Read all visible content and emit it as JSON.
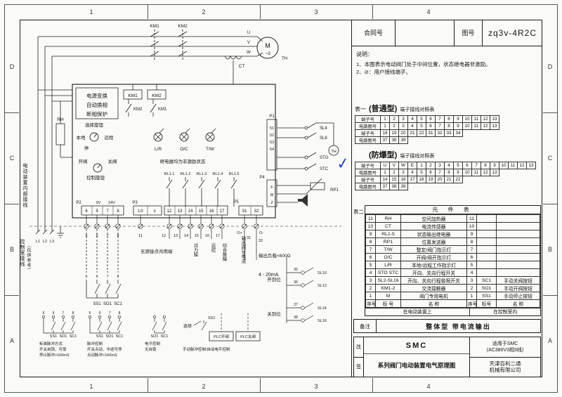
{
  "frame": {
    "cols": [
      "1",
      "2",
      "3",
      "4"
    ],
    "rows": [
      "D",
      "C",
      "B",
      "A"
    ]
  },
  "header": {
    "contract_label": "合同号",
    "contract_value": "",
    "drawing_label": "图号",
    "drawing_value": "zq3v-4R2C"
  },
  "notes": {
    "title": "说明：",
    "lines": [
      "1、本图表示电动阀门处于中间位置，状态继电器非激励。",
      "2、⊘：用户接线端子。"
    ]
  },
  "table1": {
    "label": "表一",
    "putong": {
      "title": "(普通型)",
      "subtitle": "端子接线对照表",
      "rows": [
        [
          "端子号",
          "1",
          "2",
          "3",
          "4",
          "5",
          "6",
          "7",
          "8",
          "9",
          "10",
          "11",
          "12",
          "13"
        ],
        [
          "电路图号",
          "1",
          "2",
          "3",
          "4",
          "5",
          "6",
          "7",
          "8",
          "9",
          "10",
          "11",
          "12",
          "13"
        ],
        [
          "端子号",
          "18",
          "19",
          "20",
          "21",
          "22",
          "31",
          "32",
          "33",
          "34"
        ],
        [
          "电路图号",
          "37",
          "38",
          "39"
        ]
      ]
    },
    "fangbao": {
      "title": "(防爆型)",
      "subtitle": "端子接线对照表",
      "rows": [
        [
          "端子号",
          "U",
          "V",
          "W",
          "E",
          "1",
          "2",
          "3",
          "4",
          "5",
          "6",
          "7",
          "8",
          "9",
          "10",
          "11",
          "12",
          "13"
        ],
        [
          "电路图号",
          "1",
          "2",
          "3",
          "4",
          "5",
          "6",
          "7",
          "8",
          "9",
          "10",
          "11",
          "12",
          "13"
        ],
        [
          "端子号",
          "14",
          "15",
          "16",
          "17",
          "18",
          "19",
          "20",
          "21",
          "22"
        ],
        [
          "电路图号",
          "37",
          "38",
          "39"
        ]
      ]
    }
  },
  "table2": {
    "label": "表二",
    "title": "元 件 表",
    "rows": [
      [
        "11",
        "RH",
        "空间加热器",
        "11",
        "",
        ""
      ],
      [
        "10",
        "CT",
        "电流传感器",
        "10",
        "",
        ""
      ],
      [
        "9",
        "RL1-5",
        "状态输出继电器",
        "9",
        "",
        ""
      ],
      [
        "8",
        "RP1",
        "位置发送器",
        "8",
        "",
        ""
      ],
      [
        "7",
        "T/W",
        "整定/阀门指示灯",
        "7",
        "",
        ""
      ],
      [
        "6",
        "O/C",
        "开阀/阀开指示灯",
        "6",
        "",
        ""
      ],
      [
        "5",
        "L/R",
        "本地/远程工作指示灯",
        "5",
        "",
        ""
      ],
      [
        "4",
        "STO STC",
        "开向、关向行程开关",
        "4",
        "",
        ""
      ],
      [
        "3",
        "SL2-SL16",
        "开向、关向行程极限开关",
        "3",
        "SC1",
        "手动关阀按钮"
      ],
      [
        "2",
        "KM1-2",
        "交流接触器",
        "2",
        "SO1",
        "手动开阀按钮"
      ],
      [
        "1",
        "M",
        "阀门专用电机",
        "1",
        "SS1",
        "手动停止按钮"
      ],
      [
        "序号",
        "标 号",
        "名 称",
        "序号",
        "标号",
        "名 称"
      ]
    ],
    "footer_left": "在电动装置上",
    "footer_right": "在控制室内"
  },
  "remark": {
    "label": "备注",
    "value": "整体型 带电流输出"
  },
  "titleblock": {
    "rev1": "改",
    "rev2": "签",
    "product1": "SMC",
    "product2": "系列阀门电动装置电气原理图",
    "apply1": "适用于SMC",
    "apply2": "(AC380V3相3线)",
    "company1": "天津百利二通",
    "company2": "机械有限公司"
  },
  "check_mark": "✓",
  "sch": {
    "km1": "KM1",
    "km2": "KM2",
    "u": "U",
    "v": "V",
    "w": "W",
    "motor": "M",
    "motor_phase": "~3",
    "th": "TH",
    "ct": "CT",
    "pwr": [
      "电源变换",
      "自动换相",
      "断相保护"
    ],
    "km1_coil": "KM1",
    "km2_coil": "KM2",
    "km2_aux": "KM2",
    "km1_aux": "KM1",
    "rh": "RH",
    "select_knob": "选择旋钮",
    "local": "本地",
    "remote": "远程",
    "stop": "停",
    "lamps": [
      "L/R",
      "O/C",
      "T/W"
    ],
    "open_valve": "开阀",
    "close_valve": "关阀",
    "control_knob": "控制旋钮",
    "relay_note": "继电器均为非激励状态",
    "relays": [
      "RL1.1",
      "RL1.2",
      "RL1.3",
      "RL1.4",
      "RL1.5"
    ],
    "p1": "P1",
    "p2": "P2",
    "p3": "P3",
    "p4": "P4",
    "p5": "P5",
    "p1_pins": [
      "51",
      "52",
      "53",
      "54"
    ],
    "sl4": "SL4",
    "sl8": "SL8",
    "sto": "STO",
    "stc": "STC",
    "th2": "TH",
    "rp1": "RP1",
    "p4_pins": [
      "F",
      "M",
      "Z"
    ],
    "zero_v": "0V",
    "v24": "24V",
    "p2_pins": [
      "6",
      "9",
      "7",
      "8"
    ],
    "p3_pins": [
      "1/2",
      "3"
    ],
    "mid_pins": [
      "12",
      "13",
      "14",
      "15",
      "16",
      "17"
    ],
    "p5_pins": [
      "31",
      "32"
    ],
    "terms": [
      "6",
      "9",
      "7",
      "8",
      "11",
      "12",
      "13",
      "14",
      "15",
      "16",
      "17",
      "31",
      "32"
    ],
    "o_plus": "O+",
    "o_minus": "O-",
    "passive_common": "无源接点共用端",
    "over_torque": "过力矩",
    "remote_ctrl": "远控",
    "combined_fault": "综合故障",
    "valve_current": "输出阀位电流",
    "load": "输出负载<600Ω",
    "ma": "4 - 20mA",
    "l1": "L1",
    "l2": "L2",
    "l3": "L3",
    "inner_wiring": "电动装置内部接线",
    "room_wiring": "控制室接线",
    "room_wiring_note": "（仅供参考）",
    "ss1": "SS1",
    "so1": "SO1",
    "sc1": "SC1",
    "m1": [
      "标准脉冲方式",
      "开关自锁、可靠",
      "停止脉冲>100mS"
    ],
    "m2": [
      "脉冲控制",
      "开关点动、中途可停",
      "点动脉冲>100mS"
    ],
    "m3": [
      "电平控制",
      "无自锁"
    ],
    "plc_open": "PLC开阀",
    "plc_close": "PLC关阀",
    "plc_note": "手动脉冲控制/自动电平控制",
    "select": "选择",
    "open_pos": "开到位",
    "close_pos": "关到位",
    "sl_limits": [
      "SL10",
      "SL12",
      "SL14",
      "SL16"
    ],
    "sl_nums": [
      "35",
      "36",
      "37",
      "38"
    ]
  }
}
